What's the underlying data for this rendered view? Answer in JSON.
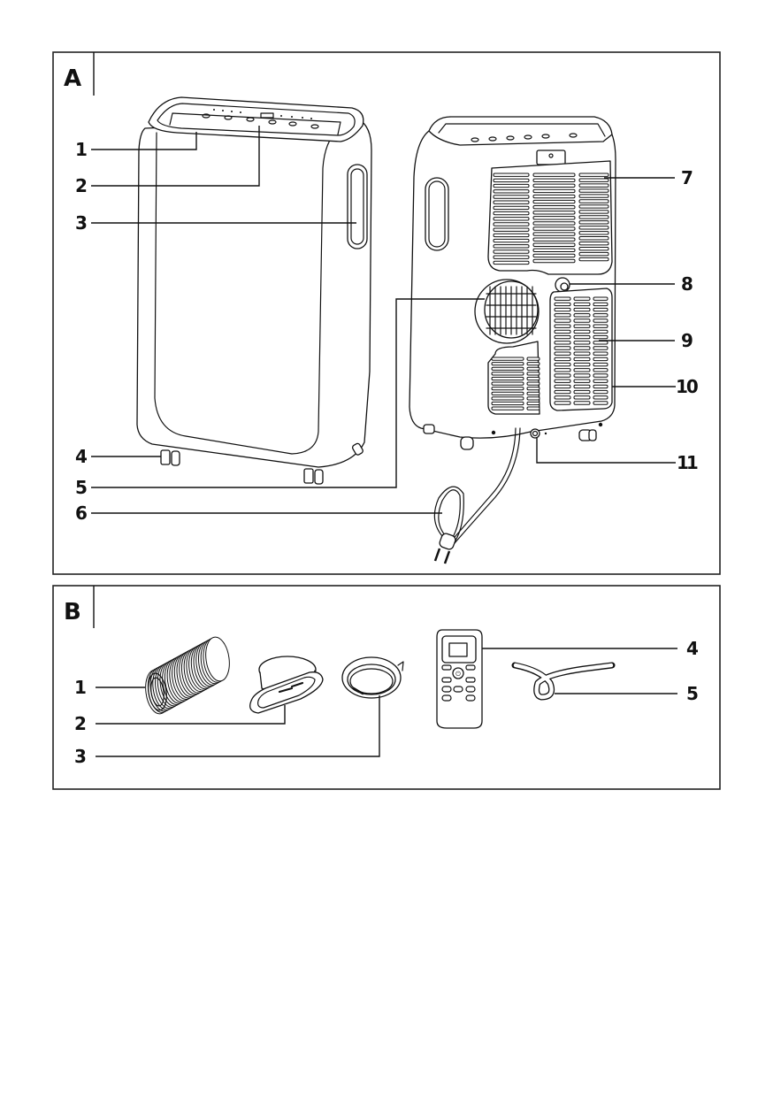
{
  "panels": [
    {
      "id": "A",
      "title": "A",
      "description": "Portable air conditioner, front and rear views",
      "callouts": [
        {
          "number": "1"
        },
        {
          "number": "2"
        },
        {
          "number": "3"
        },
        {
          "number": "4"
        },
        {
          "number": "5"
        },
        {
          "number": "6"
        },
        {
          "number": "7"
        },
        {
          "number": "8"
        },
        {
          "number": "9"
        },
        {
          "number": "10"
        },
        {
          "number": "11"
        }
      ]
    },
    {
      "id": "B",
      "title": "B",
      "description": "Accessories: exhaust hose, window adapter, hose connector ring, remote control, drain hose",
      "callouts": [
        {
          "number": "1"
        },
        {
          "number": "2"
        },
        {
          "number": "3"
        },
        {
          "number": "4"
        },
        {
          "number": "5"
        }
      ]
    }
  ],
  "colors": {
    "ink": "#111111",
    "paper": "#ffffff"
  }
}
